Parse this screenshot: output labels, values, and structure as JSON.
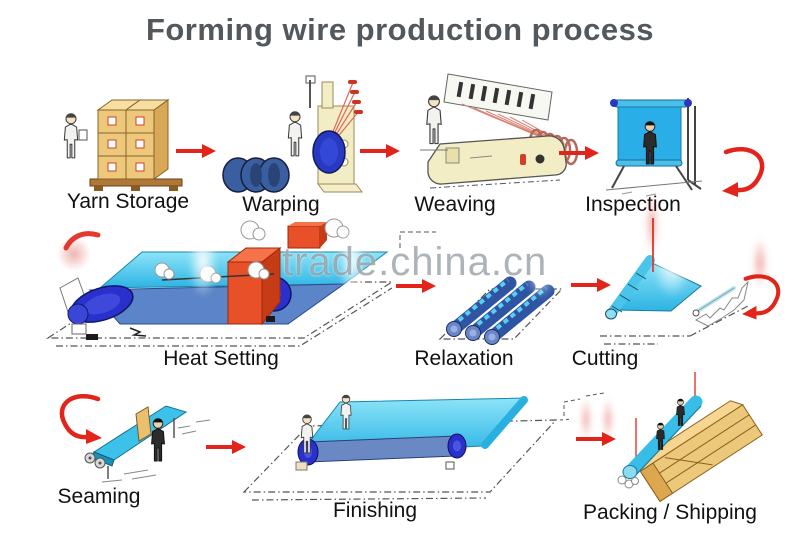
{
  "title": "Forming wire production process",
  "watermark": "trade.china.cn",
  "colors": {
    "title_text": "#53585c",
    "label_text": "#111111",
    "arrow_red": "#e2241a",
    "fabric_cyan": "#3cc2ea",
    "fabric_blue": "#5b85c8",
    "roller_blue": "#2a30cc",
    "oven_orange": "#e8502a",
    "carton_tan": "#ecc87a",
    "machine_cream": "#f2edc4",
    "spool_navy": "#3a5fa0",
    "wood_tan": "#eac06e"
  },
  "steps": [
    {
      "id": "yarn-storage",
      "label": "Yarn Storage"
    },
    {
      "id": "warping",
      "label": "Warping"
    },
    {
      "id": "weaving",
      "label": "Weaving"
    },
    {
      "id": "inspection",
      "label": "Inspection"
    },
    {
      "id": "heat-setting",
      "label": "Heat Setting"
    },
    {
      "id": "relaxation",
      "label": "Relaxation"
    },
    {
      "id": "cutting",
      "label": "Cutting"
    },
    {
      "id": "seaming",
      "label": "Seaming"
    },
    {
      "id": "finishing",
      "label": "Finishing"
    },
    {
      "id": "packing-shipping",
      "label": "Packing / Shipping"
    }
  ]
}
